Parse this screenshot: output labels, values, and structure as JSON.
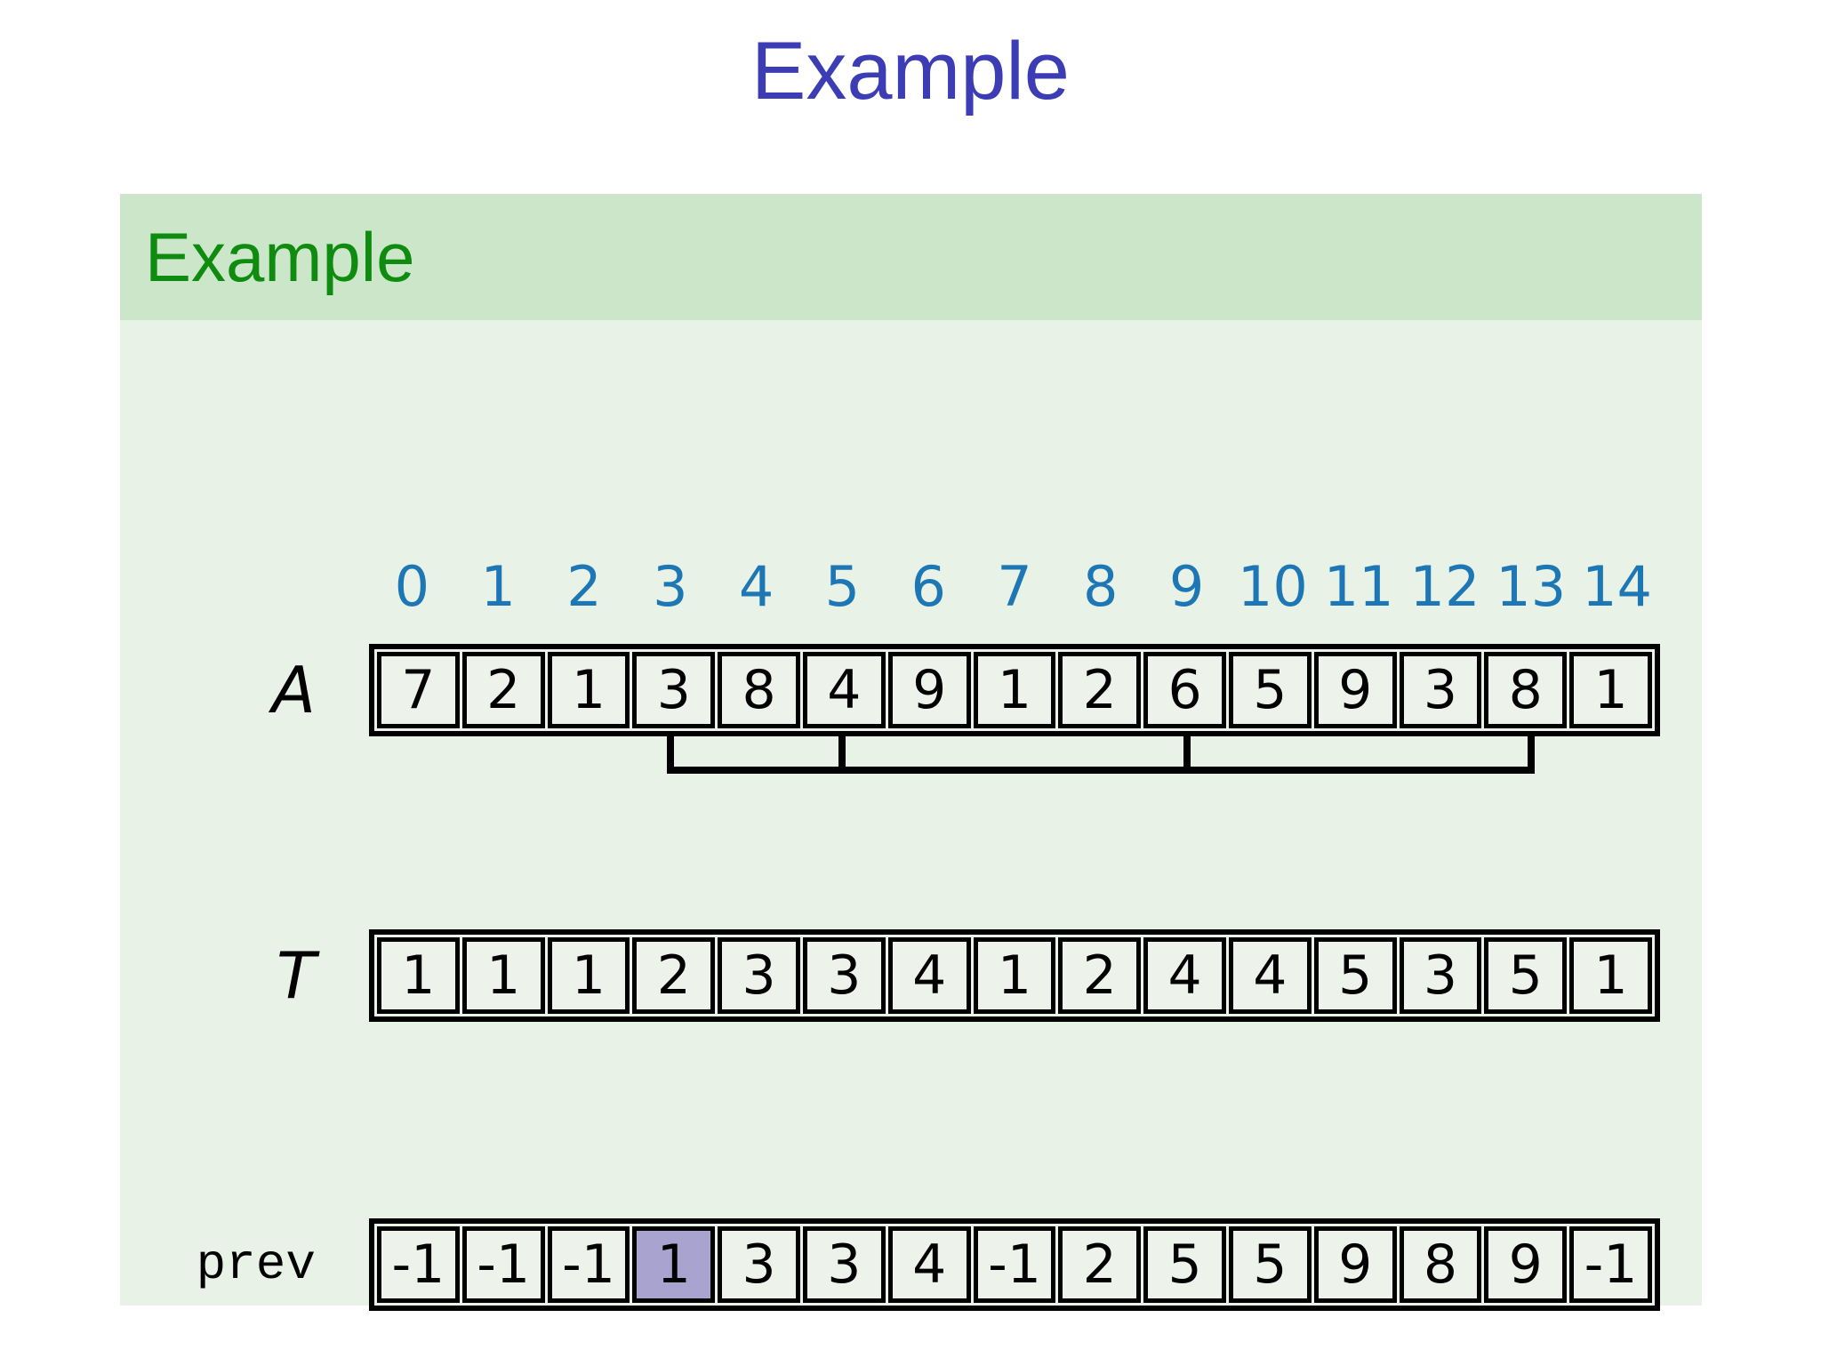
{
  "title": "Example",
  "block": {
    "header": "Example"
  },
  "indices": [
    "0",
    "1",
    "2",
    "3",
    "4",
    "5",
    "6",
    "7",
    "8",
    "9",
    "10",
    "11",
    "12",
    "13",
    "14"
  ],
  "rows": {
    "a": {
      "label": "A",
      "values": [
        7,
        2,
        1,
        3,
        8,
        4,
        9,
        1,
        2,
        6,
        5,
        9,
        3,
        8,
        1
      ]
    },
    "t": {
      "label": "T",
      "values": [
        1,
        1,
        1,
        2,
        3,
        3,
        4,
        1,
        2,
        4,
        4,
        5,
        3,
        5,
        1
      ]
    },
    "prev": {
      "label": "prev",
      "values": [
        -1,
        -1,
        -1,
        1,
        3,
        3,
        4,
        -1,
        2,
        5,
        5,
        9,
        8,
        9,
        -1
      ],
      "highlight_index": 3
    }
  },
  "bracket": {
    "linked_indices": [
      3,
      5,
      9,
      13
    ]
  },
  "colors": {
    "title": "#3c3cb4",
    "block_header_text": "#0f8c0f",
    "block_header_bg": "#cce6c9",
    "block_body_bg": "#e9f2e6",
    "cell_bg": "#edf3ea",
    "index_text": "#1d77b4",
    "highlight_bg": "#a9a3d0",
    "line": "#000000"
  }
}
